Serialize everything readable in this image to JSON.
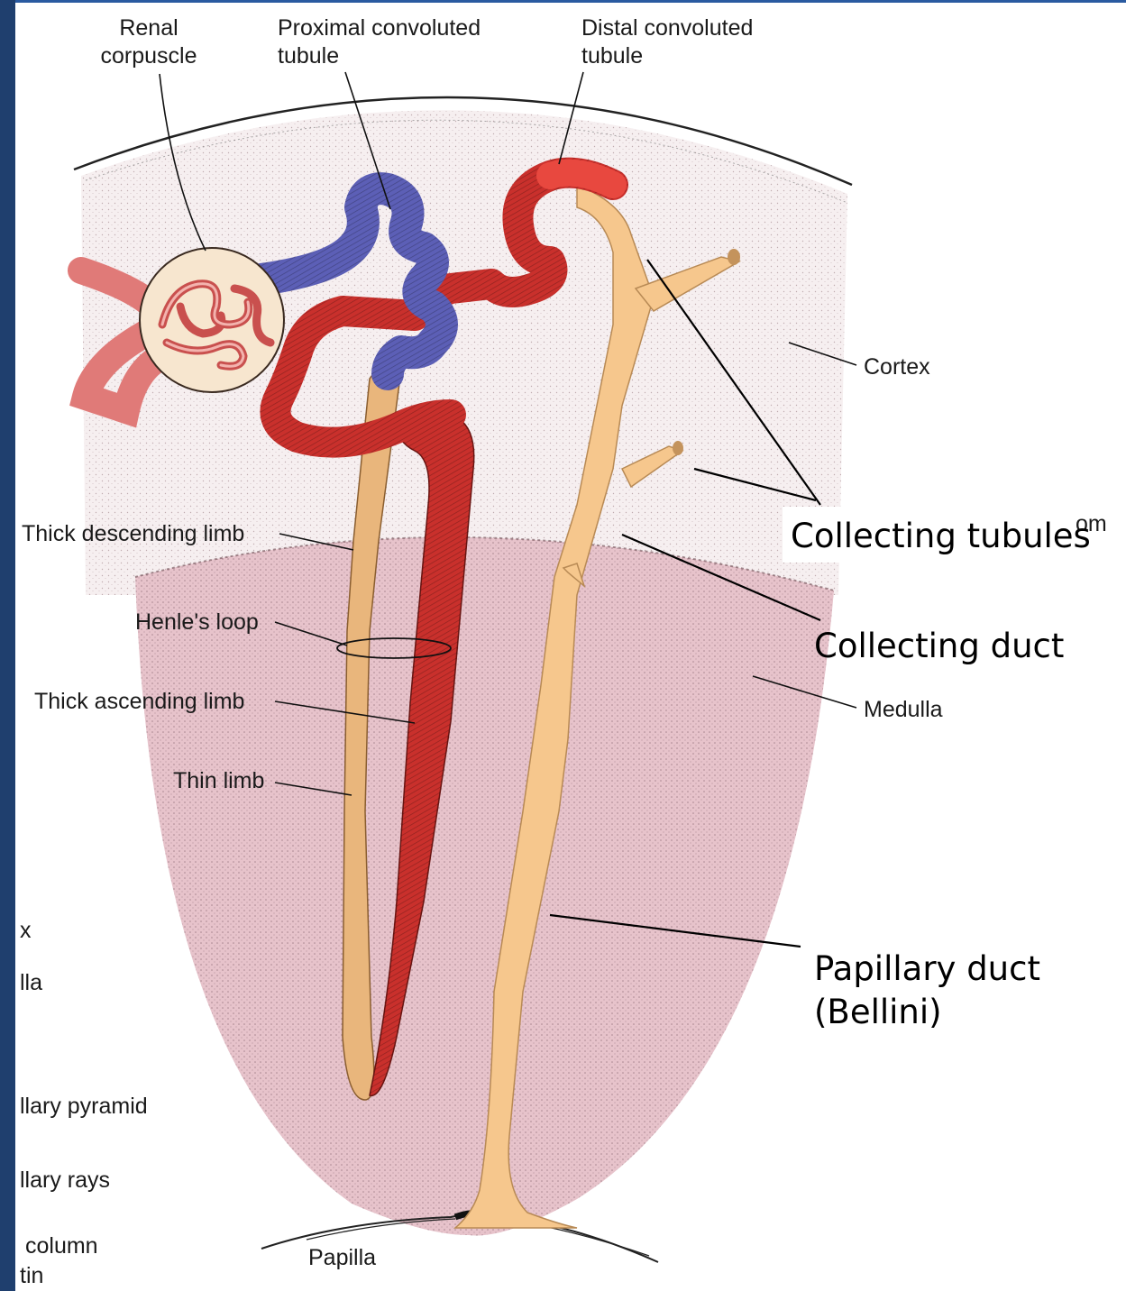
{
  "labels": {
    "renal_corpuscle": "Renal\ncorpuscle",
    "proximal_convoluted_tubule": "Proximal convoluted\ntubule",
    "distal_convoluted_tubule": "Distal convoluted\ntubule",
    "cortex": "Cortex",
    "collecting_tubules": "Collecting tubules",
    "collecting_duct": "Collecting duct",
    "medulla": "Medulla",
    "thick_descending_limb": "Thick descending limb",
    "henles_loop": "Henle's loop",
    "thick_ascending_limb": "Thick ascending limb",
    "thin_limb": "Thin limb",
    "papillary_duct": "Papillary duct\n(Bellini)",
    "papilla": "Papilla",
    "hidden_fragment": "om"
  },
  "left_fragments": [
    "x",
    "lla",
    "llary pyramid",
    "llary rays",
    "column",
    "tin"
  ],
  "colors": {
    "cortex": "#f6eff0",
    "medulla": "#e7c3cb",
    "proximal": "#5c5fb6",
    "distal": "#c9302c",
    "collecting": "#f6c78d",
    "corpuscle_capsule": "#f7e6cf",
    "glomerulus": "#e07a78",
    "frame": "#1f3f6e"
  }
}
